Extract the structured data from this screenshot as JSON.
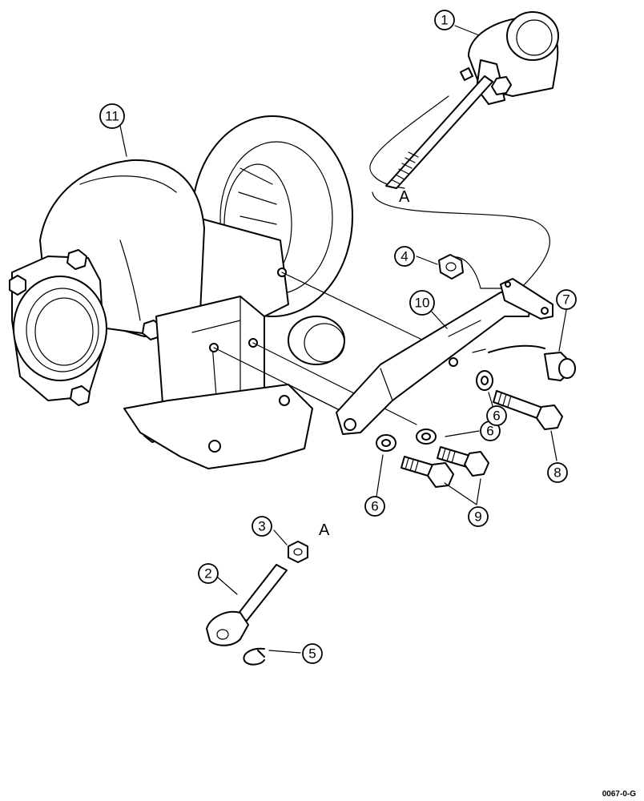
{
  "diagram": {
    "callouts": [
      {
        "id": "1",
        "label": "1"
      },
      {
        "id": "2",
        "label": "2"
      },
      {
        "id": "3",
        "label": "3"
      },
      {
        "id": "4",
        "label": "4"
      },
      {
        "id": "5",
        "label": "5"
      },
      {
        "id": "6a",
        "label": "6"
      },
      {
        "id": "6b",
        "label": "6"
      },
      {
        "id": "6c",
        "label": "6"
      },
      {
        "id": "7",
        "label": "7"
      },
      {
        "id": "8",
        "label": "8"
      },
      {
        "id": "9",
        "label": "9"
      },
      {
        "id": "10",
        "label": "10"
      },
      {
        "id": "11",
        "label": "11"
      }
    ],
    "reference_labels": {
      "top": "A",
      "bottom": "A"
    },
    "drawing_code": "0067-0-G"
  }
}
